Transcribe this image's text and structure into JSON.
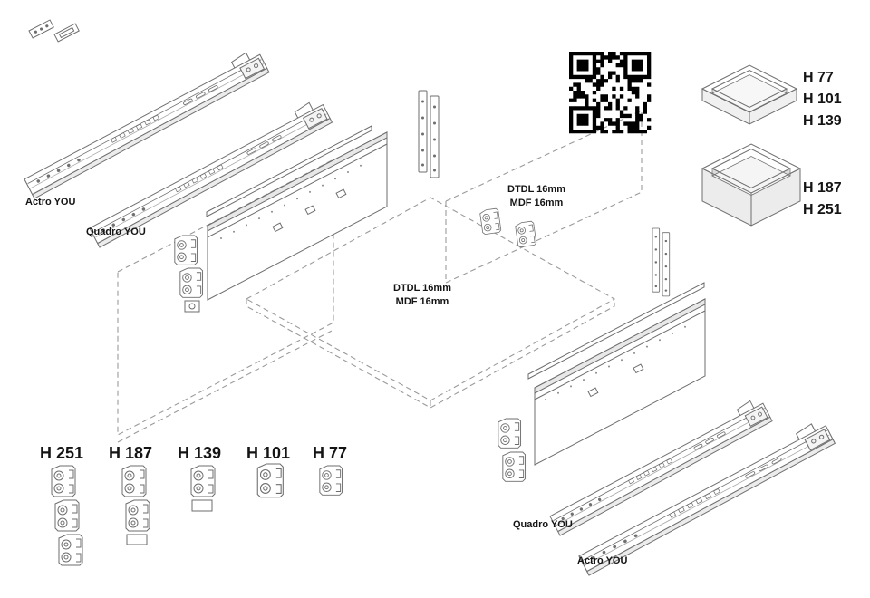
{
  "diagram": {
    "colors": {
      "line": "#6e6e6e",
      "dash": "#9a9a9a",
      "label": "#141414",
      "qr": "#000000",
      "panel_fill": "#ffffff",
      "shade_fill": "#ececec"
    },
    "runners_top": {
      "outer_label": "Actro YOU",
      "inner_label": "Quadro YOU"
    },
    "runners_bottom": {
      "inner_label": "Quadro YOU",
      "outer_label": "Actro YOU"
    },
    "back_panel": {
      "material_line1": "DTDL 16mm",
      "material_line2": "MDF 16mm"
    },
    "bottom_panel": {
      "material_line1": "DTDL 16mm",
      "material_line2": "MDF 16mm"
    },
    "shallow_drawer_heights": [
      "H 77",
      "H 101",
      "H 139"
    ],
    "deep_drawer_heights": [
      "H 187",
      "H 251"
    ],
    "front_bracket_heights": [
      "H 251",
      "H 187",
      "H 139",
      "H 101",
      "H 77"
    ],
    "icons": {
      "qr_code": "qr-code-icon"
    }
  }
}
